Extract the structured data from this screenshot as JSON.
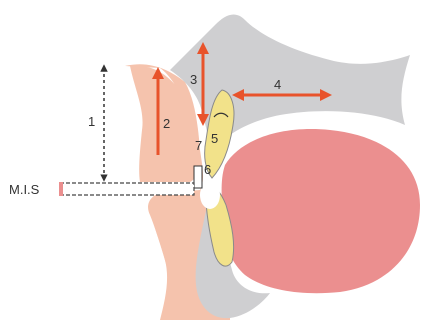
{
  "labels": {
    "vertical_dimension": "1",
    "lip_length": "2",
    "maxillary_vertical": "3",
    "maxillary_horizontal": "4",
    "upper_incisor": "5",
    "lower_incisor": "6",
    "interlabial_gap": "7",
    "mis": "M.I.S"
  },
  "colors": {
    "soft_tissue": "#f5c3ad",
    "bone": "#cfcfd1",
    "tongue": "#eb8f8f",
    "tooth": "#f2e28a",
    "arrow": "#e8532b",
    "line": "#333333"
  }
}
